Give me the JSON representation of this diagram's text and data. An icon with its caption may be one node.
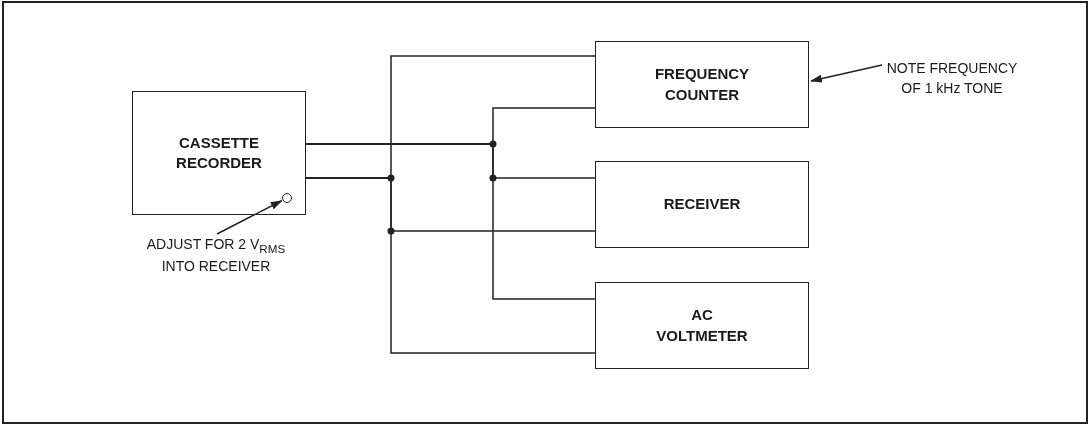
{
  "diagram": {
    "nodes": [
      {
        "text": [
          "CASSETTE RECORDER"
        ]
      },
      {
        "text": [],
        "shape": "circle",
        "in": 0
      },
      {
        "text": [
          "FREQUENCY COUNTER"
        ]
      },
      {
        "text": [
          "RECEIVER"
        ]
      },
      {
        "text": [
          "AC VOLTMETER"
        ]
      },
      {
        "text": [
          "NOTE FREQUENCY OF 1 kHz TONE"
        ]
      },
      {
        "text": [
          "ADJUST FOR 2 V$_{RMS}$ INTO RECEIVER"
        ]
      }
    ],
    "edges": [
      {
        "from": 0,
        "to": 2,
        "arrow": "none"
      },
      {
        "from": 0,
        "to": 3,
        "arrow": "none"
      },
      {
        "from": 0,
        "to": 4,
        "arrow": "none"
      },
      {
        "from": 0,
        "to": 2,
        "arrow": "none"
      },
      {
        "from": 0,
        "to": 3,
        "arrow": "none"
      },
      {
        "from": 0,
        "to": 4,
        "arrow": "none"
      },
      {
        "from": 5,
        "to": 2,
        "arrow": "to"
      },
      {
        "from": 6,
        "to": 1,
        "arrow": "to"
      }
    ]
  }
}
